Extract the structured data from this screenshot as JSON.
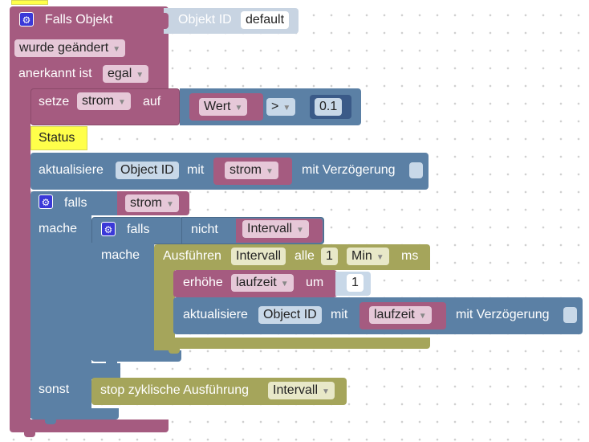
{
  "event": {
    "title": "Falls Objekt",
    "object_id_label": "Objekt ID",
    "object_id_value": "default",
    "trigger": "wurde geändert",
    "ack_label": "anerkannt ist",
    "ack_value": "egal"
  },
  "set_block": {
    "label": "setze",
    "var": "strom",
    "mid": "auf",
    "value_field": "Wert",
    "op": ">",
    "number": "0.1"
  },
  "comment": {
    "text": "Status"
  },
  "update1": {
    "label": "aktualisiere",
    "object_id": "Object ID",
    "mit": "mit",
    "var": "strom",
    "delay": "mit Verzögerung"
  },
  "if1": {
    "label": "falls",
    "var": "strom",
    "do": "mache",
    "else": "sonst"
  },
  "if2": {
    "label": "falls",
    "not": "nicht",
    "var": "Intervall",
    "do": "mache"
  },
  "interval": {
    "label": "Ausführen",
    "var": "Intervall",
    "every": "alle",
    "num": "1",
    "unit": "Min",
    "ms": "ms"
  },
  "incr": {
    "label": "erhöhe",
    "var": "laufzeit",
    "by": "um",
    "num": "1"
  },
  "update2": {
    "label": "aktualisiere",
    "object_id": "Object ID",
    "mit": "mit",
    "var": "laufzeit",
    "delay": "mit Verzögerung"
  },
  "stop": {
    "label": "stop zyklische Ausführung",
    "var": "Intervall"
  },
  "icons": {
    "gear": "gear-icon",
    "dropdown": "triangle-down-icon"
  },
  "colors": {
    "event": "#a55b80",
    "variables": "#a55b80",
    "logic": "#5b80a5",
    "timers": "#a5a55b",
    "comment": "#ffff4a"
  }
}
